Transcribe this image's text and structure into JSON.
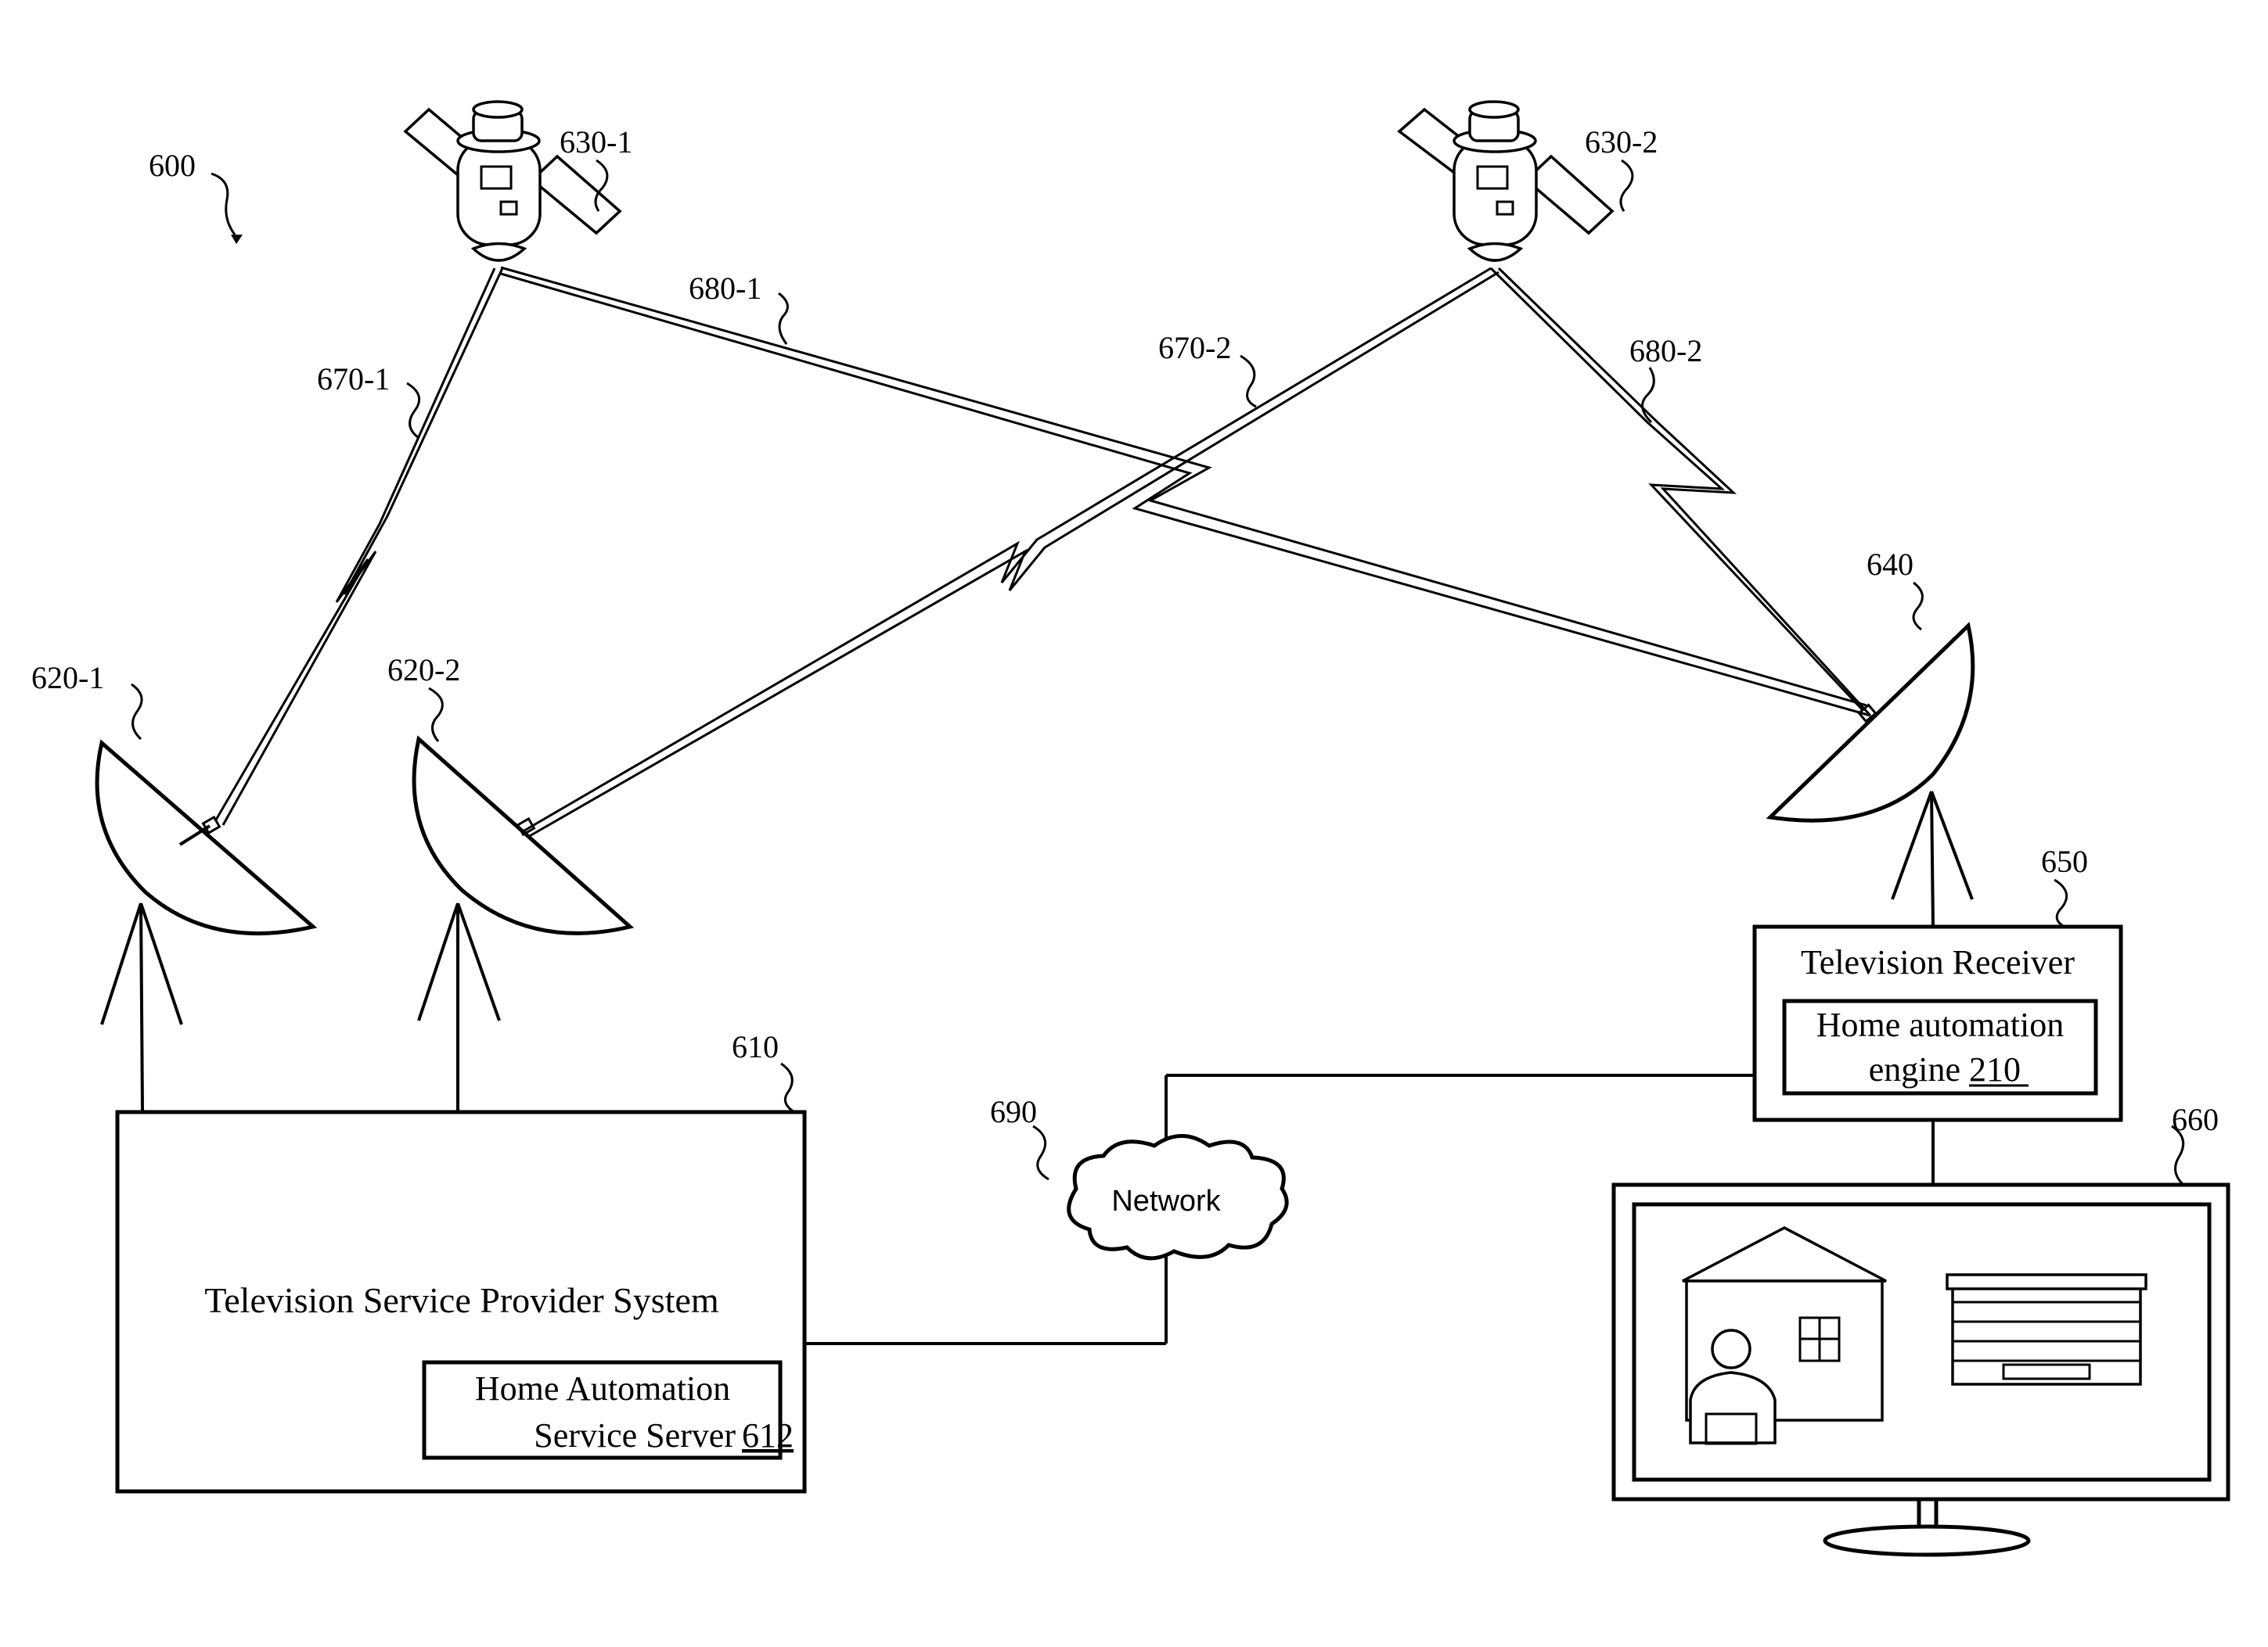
{
  "figure_ref": "600",
  "satellites": [
    {
      "ref": "630-1"
    },
    {
      "ref": "630-2"
    }
  ],
  "dishes": [
    {
      "ref": "620-1"
    },
    {
      "ref": "620-2"
    },
    {
      "ref": "640"
    }
  ],
  "links": [
    {
      "ref": "670-1"
    },
    {
      "ref": "680-1"
    },
    {
      "ref": "670-2"
    },
    {
      "ref": "680-2"
    }
  ],
  "provider_system": {
    "ref": "610",
    "title": "Television Service Provider System",
    "server_line1": "Home Automation",
    "server_line2": "Service Server",
    "server_ref": "612"
  },
  "network": {
    "ref": "690",
    "label": "Network"
  },
  "receiver": {
    "ref": "650",
    "title": "Television Receiver",
    "engine_line1": "Home automation",
    "engine_line2": "engine",
    "engine_ref": "210"
  },
  "display": {
    "ref": "660"
  }
}
